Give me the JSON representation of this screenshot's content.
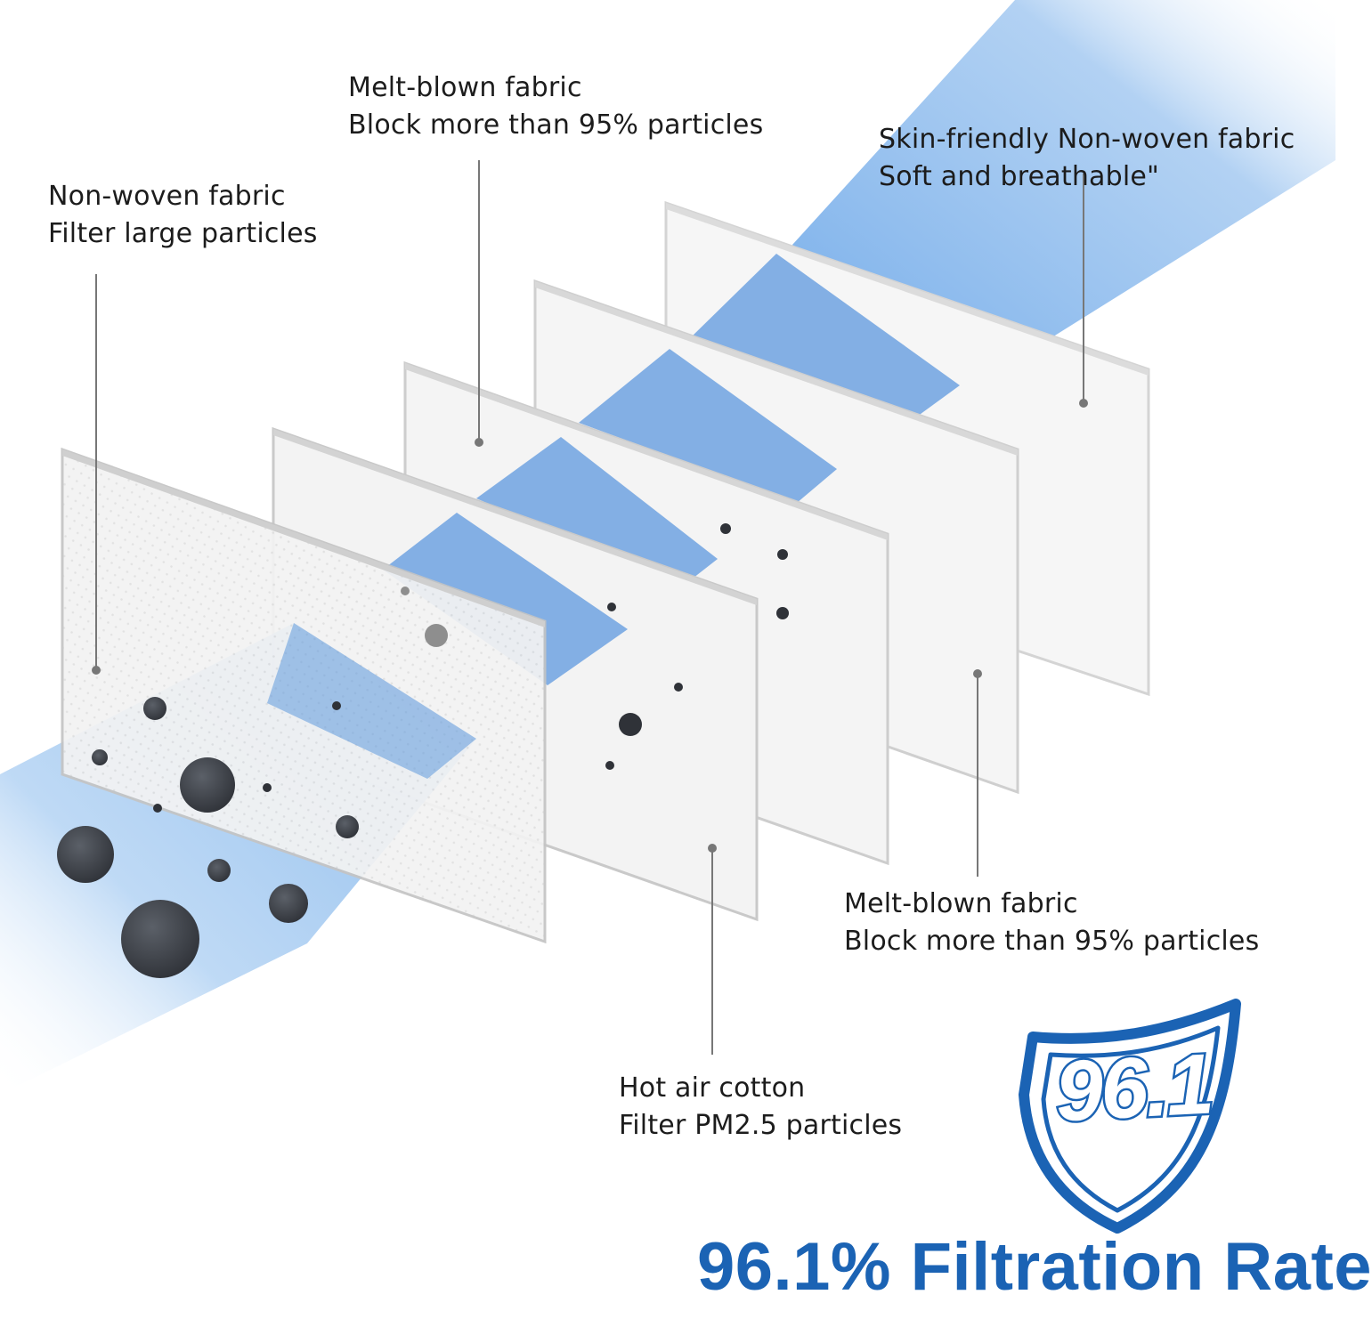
{
  "labels": {
    "layer1": {
      "title": "Non-woven fabric",
      "desc": "Filter large particles"
    },
    "layer2": {
      "title": "Hot air cotton",
      "desc": "Filter PM2.5 particles"
    },
    "layer3": {
      "title": "Melt-blown fabric",
      "desc": "Block more than 95% particles"
    },
    "layer4": {
      "title": "Melt-blown fabric",
      "desc": "Block more than 95% particles"
    },
    "layer5": {
      "title": "Skin-friendly Non-woven fabric",
      "desc": "Soft and breathable\""
    }
  },
  "badge": {
    "value": "96.1",
    "caption": "96.1% Filtration Rate"
  },
  "colors": {
    "airflow": "#6fa8e6",
    "layer_face": "#f4f4f4",
    "layer_edge": "#c9c9c9",
    "particle": "#3a3e45",
    "leader_line": "#777777",
    "brand_blue": "#1b63b4"
  },
  "icons": [
    "shield-icon"
  ]
}
